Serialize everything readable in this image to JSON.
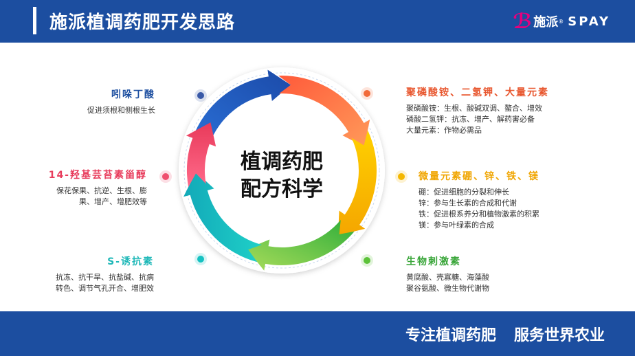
{
  "header": {
    "title": "施派植调药肥开发思路"
  },
  "logo": {
    "cn": "施派",
    "en": "SPAY",
    "reg": "®"
  },
  "center": {
    "line1": "植调药肥",
    "line2": "配方科学"
  },
  "left_top": {
    "title": "吲哚丁酸",
    "lines": [
      "促进须根和侧根生长"
    ],
    "color": "#1c4ea0"
  },
  "left_mid": {
    "title": "14-羟基芸苔素甾醇",
    "lines": [
      "保花保果、抗逆、生根、膨",
      "果、增产、增肥效等"
    ],
    "color": "#e83d5d"
  },
  "left_bot": {
    "title": "S-诱抗素",
    "lines": [
      "抗冻、抗干旱、抗盐碱、抗病",
      "转色、调节气孔开合、增肥效"
    ],
    "color": "#1fb8b8"
  },
  "right_top": {
    "title": "聚磷酸铵、二氢钾、大量元素",
    "lines": [
      "聚磷酸铵：生根、酸碱双调、螯合、增效",
      "磷酸二氢钾：抗冻、增产、解药害必备",
      "大量元素：作物必需品"
    ],
    "color": "#e8572f"
  },
  "right_mid": {
    "title": "微量元素硼、锌、铁、镁",
    "lines": [
      "硼：促进细胞的分裂和伸长",
      "锌：参与生长素的合成和代谢",
      "铁：促进根系养分和植物激素的积累",
      "镁：参与叶绿素的合成"
    ],
    "color": "#f0a500"
  },
  "right_bot": {
    "title": "生物刺激素",
    "lines": [
      "黄腐酸、壳寡糖、海藻酸",
      "聚谷氨酸、微生物代谢物"
    ],
    "color": "#3aa63a"
  },
  "footer": {
    "slogan1": "专注植调药肥",
    "slogan2": "服务世界农业"
  },
  "colors": {
    "blue": "#1c4ea0",
    "orange": "#f26b3a",
    "yellow": "#f5b800",
    "green": "#5cc23a",
    "teal": "#17c2c2",
    "pink": "#f0506e"
  }
}
